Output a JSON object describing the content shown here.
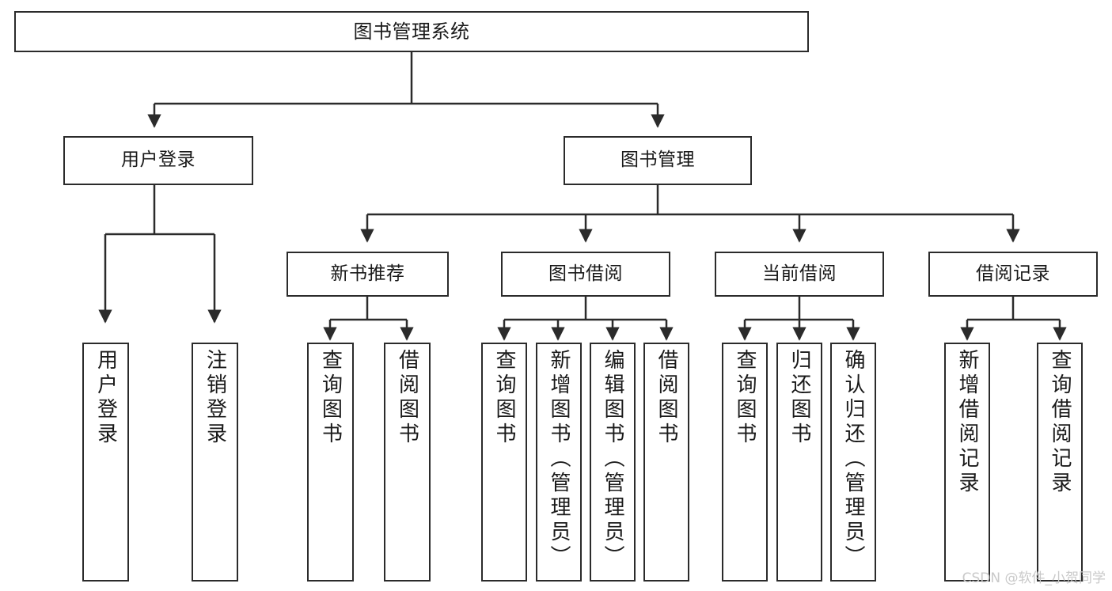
{
  "diagram": {
    "type": "tree-hierarchy-chart",
    "title": "图书管理系统",
    "watermark": "CSDN @软件_小贺同学",
    "colors": {
      "background": "#ffffff",
      "stroke": "#2b2b2b",
      "text": "#1a1a1a",
      "watermark": "#c9c9c9"
    },
    "nodes": {
      "root": {
        "label": "图书管理系统"
      },
      "level2": [
        {
          "label": "用户登录"
        },
        {
          "label": "图书管理"
        }
      ],
      "level3": [
        {
          "label": "新书推荐"
        },
        {
          "label": "图书借阅"
        },
        {
          "label": "当前借阅"
        },
        {
          "label": "借阅记录"
        }
      ],
      "leaves": {
        "user_login": [
          {
            "label": "用户登录"
          },
          {
            "label": "注销登录"
          }
        ],
        "new_book_recommend": [
          {
            "label": "查询图书"
          },
          {
            "label": "借阅图书"
          }
        ],
        "book_borrow": [
          {
            "label": "查询图书"
          },
          {
            "label": "新增图书（管理员）"
          },
          {
            "label": "编辑图书（管理员）"
          },
          {
            "label": "借阅图书"
          }
        ],
        "current_borrow": [
          {
            "label": "查询图书"
          },
          {
            "label": "归还图书"
          },
          {
            "label": "确认归还（管理员）"
          }
        ],
        "borrow_record": [
          {
            "label": "新增借阅记录"
          },
          {
            "label": "查询借阅记录"
          }
        ]
      }
    }
  }
}
